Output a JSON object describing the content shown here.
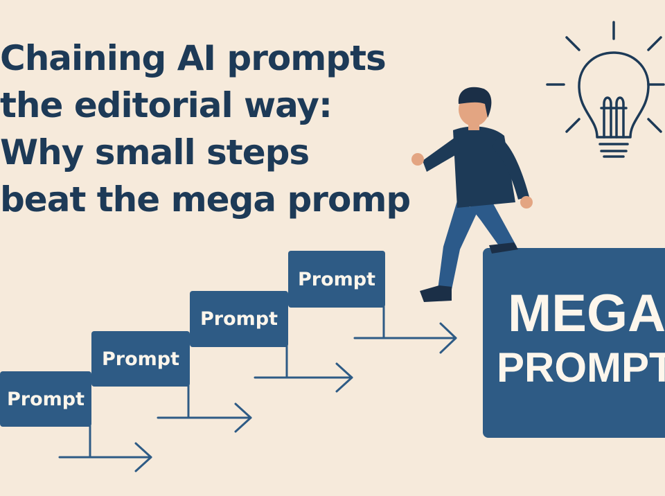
{
  "headline": {
    "line1": "Chaining AI prompts",
    "line2": "the editorial way:",
    "line3": "Why small steps",
    "line4": "beat the mega promp"
  },
  "steps": [
    {
      "label": "Prompt"
    },
    {
      "label": "Prompt"
    },
    {
      "label": "Prompt"
    },
    {
      "label": "Prompt"
    }
  ],
  "mega": {
    "line1": "MEGA",
    "line2": "PROMPT"
  },
  "icons": [
    "lightbulb-icon",
    "arrow-right-icon",
    "person-figure"
  ],
  "colors": {
    "background": "#f6eadb",
    "navy": "#1d3a57",
    "box_blue": "#2e5b85",
    "box_text": "#fdf6ec",
    "skin": "#e3a582"
  }
}
